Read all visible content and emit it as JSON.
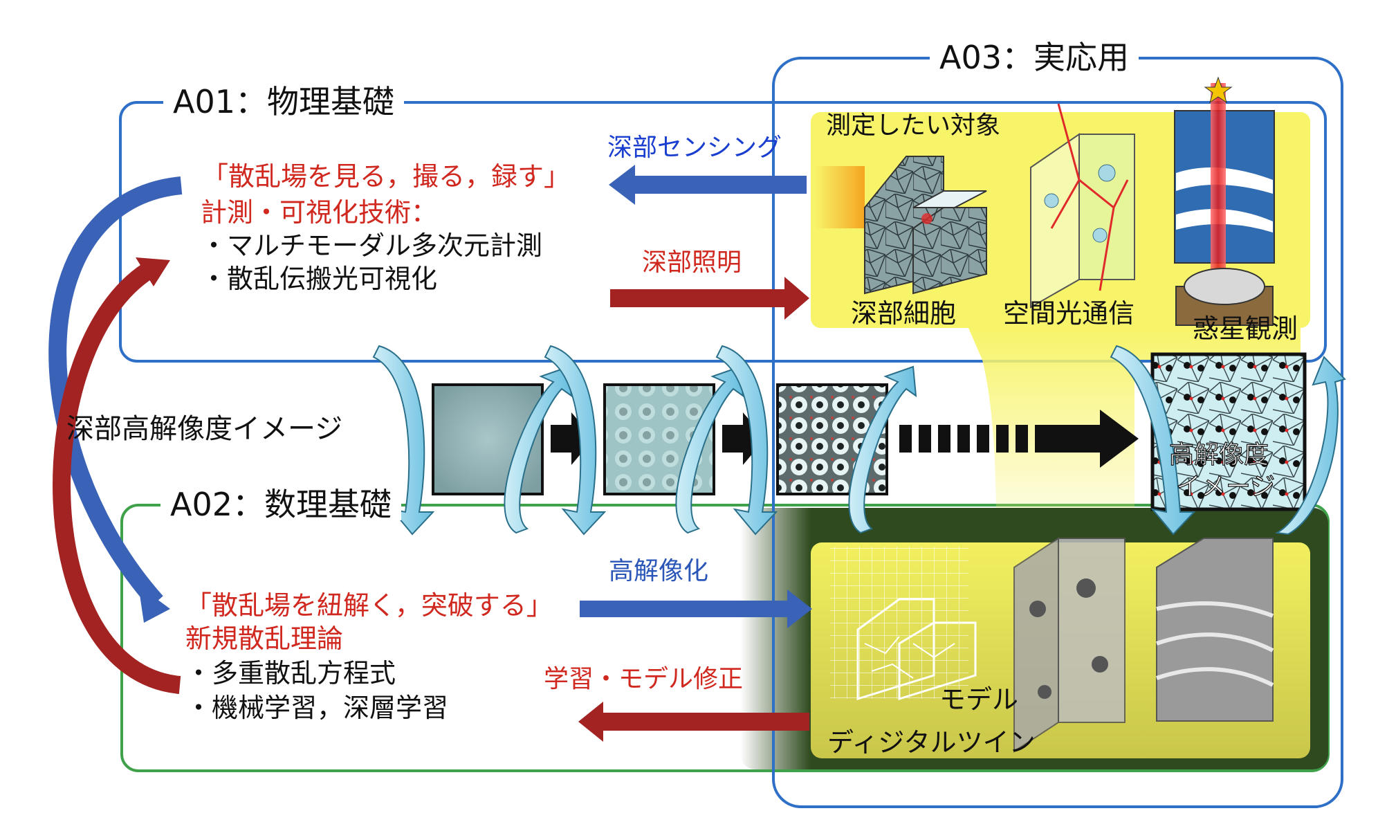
{
  "sections": {
    "a01": {
      "title": "A01：物理基礎",
      "heading": "「散乱場を見る，撮る，録す」",
      "subheading": "計測・可視化技術：",
      "bullets": [
        "・マルチモーダル多次元計測",
        "・散乱伝搬光可視化"
      ]
    },
    "a02": {
      "title": "A02：数理基礎",
      "heading": "「散乱場を紐解く，突破する」",
      "subheading": "新規散乱理論",
      "bullets": [
        "・多重散乱方程式",
        "・機械学習，深層学習"
      ]
    },
    "a03": {
      "title": "A03：実応用"
    }
  },
  "arrows": {
    "deep_sensing": "深部センシング",
    "deep_illumination": "深部照明",
    "high_resolution": "高解像化",
    "learning": "学習・モデル修正"
  },
  "center": {
    "label": "深部高解像度イメージ",
    "result_line1": "高解像度",
    "result_line2": "イメージ"
  },
  "targets": {
    "title": "測定したい対象",
    "items": [
      "深部細胞",
      "空間光通信",
      "惑星観測"
    ]
  },
  "twin": {
    "model_label": "モデル",
    "twin_label": "ディジタルツイン"
  },
  "colors": {
    "a01_border": "#2e6fc7",
    "a02_border": "#3fa14a",
    "a03_border": "#2e6fc7",
    "red_text": "#d0281f",
    "blue_text": "#2a56b8",
    "target_panel": "#f7f46a",
    "twin_panel": "#2f4a1e"
  }
}
